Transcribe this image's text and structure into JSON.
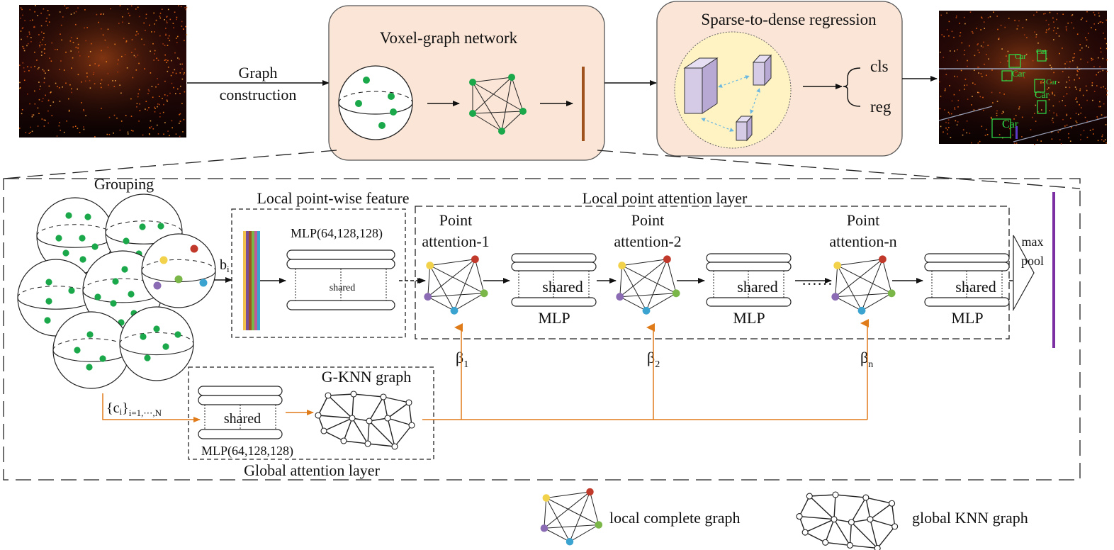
{
  "top_pipeline": {
    "edge_label_line1": "Graph",
    "edge_label_line2": "construction",
    "voxel_graph_title": "Voxel-graph network",
    "regression_title": "Sparse-to-dense regression",
    "cls_label": "cls",
    "reg_label": "reg",
    "car_labels": [
      "Car",
      "Car",
      "Car",
      "Car",
      "Car",
      "Car"
    ]
  },
  "detail": {
    "grouping_label": "Grouping",
    "b_label": "b",
    "b_sub": "i",
    "local_pointwise_title": "Local point-wise feature",
    "local_mlp_label": "MLP(64,128,128)",
    "local_shared_label": "shared",
    "local_attention_title": "Local point attention layer",
    "attention_blocks": [
      {
        "line1": "Point",
        "line2": "attention-1",
        "beta": "β",
        "beta_sub": "1"
      },
      {
        "line1": "Point",
        "line2": "attention-2",
        "beta": "β",
        "beta_sub": "2"
      },
      {
        "line1": "Point",
        "line2": "attention-n",
        "beta": "β",
        "beta_sub": "n"
      }
    ],
    "mlp_blocks": [
      {
        "shared": "shared",
        "mlp": "MLP"
      },
      {
        "shared": "shared",
        "mlp": "MLP"
      },
      {
        "shared": "shared",
        "mlp": "MLP"
      }
    ],
    "ellipsis": "……",
    "maxpool_line1": "max",
    "maxpool_line2": "pool",
    "c_label": "{c",
    "c_sub": "i",
    "c_close": "}",
    "c_range": "i=1,⋯,N",
    "global_shared_label": "shared",
    "global_mlp_label": "MLP(64,128,128)",
    "gknn_title": "G-KNN graph",
    "global_attention_title": "Global attention layer"
  },
  "legend": {
    "local_complete_graph": "local complete graph",
    "global_knn_graph": "global KNN graph"
  },
  "colors": {
    "panel_fill": "#fbe5d6",
    "panel_stroke": "#555555",
    "point_green": "#1aa84a",
    "beta_orange": "#e07b1a",
    "feature_brown": "#a0521d",
    "pool_purple": "#7b2fa0",
    "anchor_yellow": "#f2d24b",
    "anchor_red": "#c0392b",
    "anchor_purple": "#8a6bb4",
    "anchor_green": "#7ab648",
    "anchor_blue": "#3ba3d0",
    "voxel_fill": "#d6cbe6",
    "regression_bg": "#fff3c4"
  }
}
